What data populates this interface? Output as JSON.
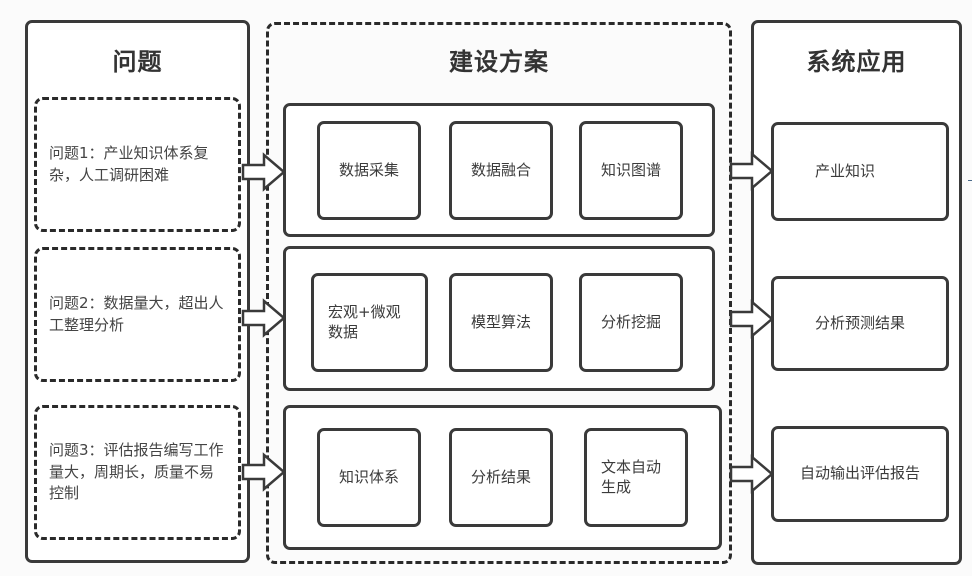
{
  "problems": {
    "title": "问题",
    "items": [
      {
        "text": "问题1：产业知识体系复杂，人工调研困难"
      },
      {
        "text": "问题2：数据量大，超出人工整理分析"
      },
      {
        "text": "问题3：评估报告编写工作量大，周期长，质量不易控制"
      }
    ]
  },
  "solution": {
    "title": "建设方案",
    "rows": [
      {
        "cells": [
          "数据采集",
          "数据融合",
          "知识图谱"
        ]
      },
      {
        "cells": [
          "宏观+微观数据",
          "模型算法",
          "分析挖掘"
        ]
      },
      {
        "cells": [
          "知识体系",
          "分析结果",
          "文本自动生成"
        ]
      }
    ]
  },
  "applications": {
    "title": "系统应用",
    "items": [
      "产业知识",
      "分析预测结果",
      "自动输出评估报告"
    ]
  }
}
